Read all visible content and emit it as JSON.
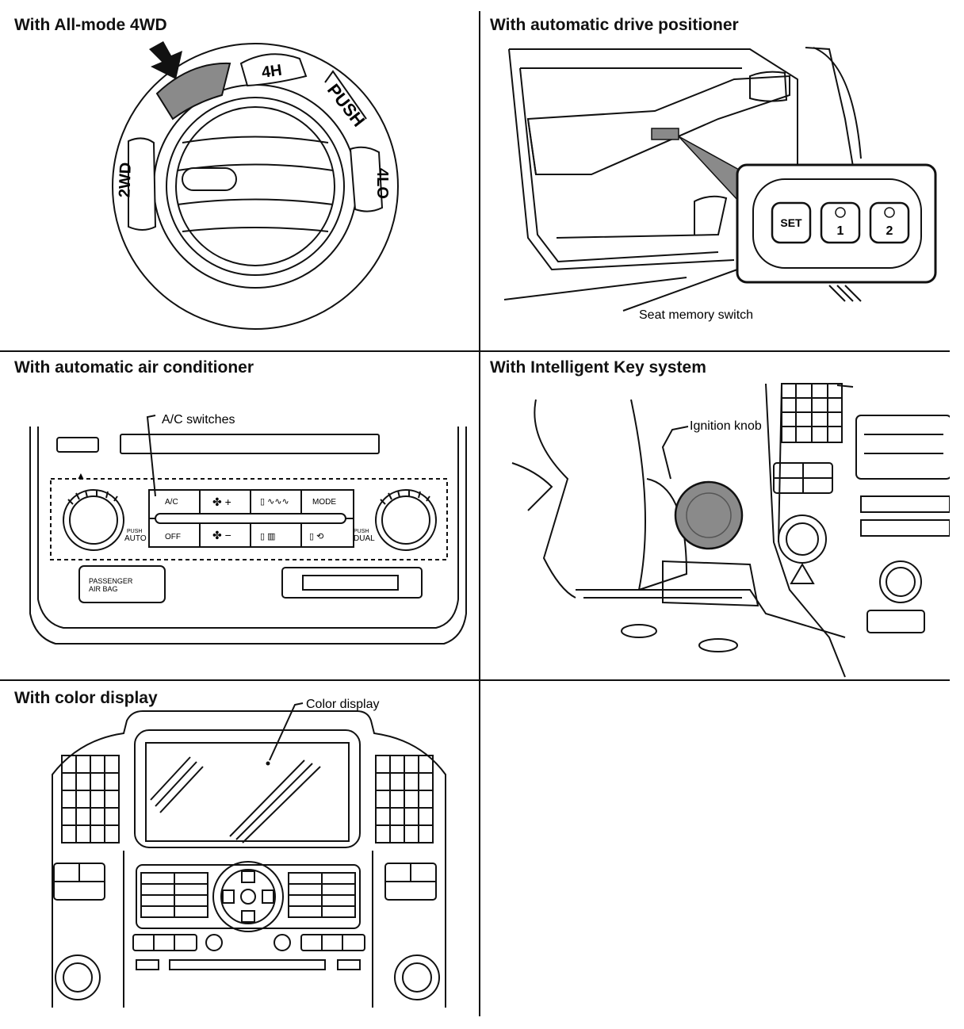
{
  "panels": {
    "allmode_4wd": {
      "title": "With All-mode 4WD",
      "labels": {
        "h4": "4H",
        "push": "PUSH",
        "wd2": "2WD",
        "lo4": "4LO"
      }
    },
    "drive_positioner": {
      "title": "With automatic drive positioner",
      "buttons": {
        "set": "SET",
        "one": "1",
        "two": "2"
      },
      "callout": "Seat memory switch"
    },
    "auto_ac": {
      "title": "With automatic air conditioner",
      "callout": "A/C switches",
      "buttons": {
        "ac": "A/C",
        "off": "OFF",
        "mode": "MODE",
        "push_left": "PUSH",
        "auto": "AUTO",
        "push_right": "PUSH",
        "dual": "DUAL",
        "airbag_line1": "PASSENGER",
        "airbag_line2": "AIR BAG"
      }
    },
    "intelligent_key": {
      "title": "With Intelligent Key system",
      "callout": "Ignition knob"
    },
    "color_display": {
      "title": "With color display",
      "callout": "Color display"
    }
  },
  "colors": {
    "line": "#111111",
    "highlight": "#8a8a8a",
    "background": "#ffffff"
  }
}
